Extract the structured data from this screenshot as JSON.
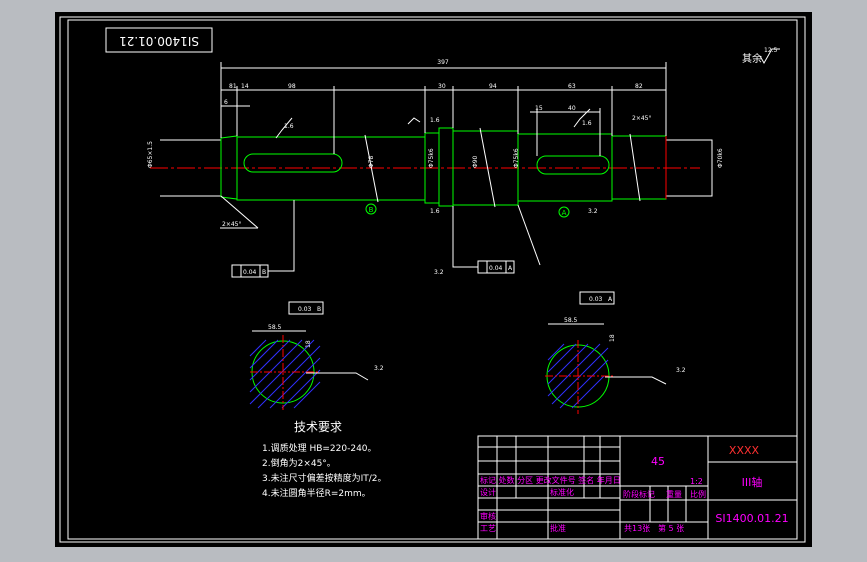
{
  "stamp_top": "SI1400.01.21",
  "roughness_note": "其余",
  "roughness_note_value": "12.5",
  "dims": {
    "overall": "397",
    "d81": "81",
    "d14": "14",
    "d98": "98",
    "d6": "6",
    "d30": "30",
    "d94": "94",
    "d63": "63",
    "d82": "82",
    "d15": "15",
    "d40": "40",
    "chamfer_right": "2×45°",
    "chamfer_left": "2×45°",
    "dia_left": "Φ65×1.5",
    "dia_mid": "Φ78",
    "dia_k6": "Φ75k6",
    "dia_90": "Φ90",
    "dia_k6b": "Φ75k6",
    "dia_right": "Φ70k6",
    "rough_1": "1.6",
    "rough_2": "1.6",
    "rough_3": "1.6",
    "rough_4": "1.6",
    "rough_5": "3.2",
    "rough_6": "3.2"
  },
  "tolerances": {
    "left_frame": "0.04",
    "left_datum": "B",
    "mid_frame": "0.04",
    "mid_datum": "A",
    "sec_left": "0.03",
    "sec_left_datum": "B",
    "sec_right": "0.03",
    "sec_right_datum": "A"
  },
  "datums": {
    "a": "A",
    "b": "B"
  },
  "sections": {
    "left_dim": "58.5",
    "left_key": "18",
    "right_dim": "58.5",
    "right_key": "18",
    "rough_left": "3.2",
    "rough_right": "3.2"
  },
  "tech": {
    "title": "技术要求",
    "items": [
      "1.调质处理 HB=220-240。",
      "2.倒角为2×45°。",
      "3.未注尺寸偏差按精度为IT/2。",
      "4.未注圆角半径R=2mm。"
    ]
  },
  "title_block": {
    "material": "45",
    "company": "XXXX",
    "part_name": "III轴",
    "drawing_no": "SI1400.01.21",
    "scale": "1:2",
    "row_labels": "标记 处数 分区 更改文件号 签名 年月日",
    "designer": "设计",
    "standardize": "标准化",
    "stage_label": "阶段标记",
    "weight": "重量",
    "scale_label": "比例",
    "check": "审核",
    "process": "工艺",
    "approve": "批准",
    "sheets_total": "共13张",
    "sheet_no": "第 5 张"
  },
  "colors": {
    "app_bg": "#b9bcc1",
    "paper": "#000000",
    "outline": "#00ff00",
    "dim": "#ffffff",
    "centerline": "#ff0000",
    "hatch": "#3030ff",
    "title_text": "#ff00ff",
    "title_company": "#ff3030"
  }
}
